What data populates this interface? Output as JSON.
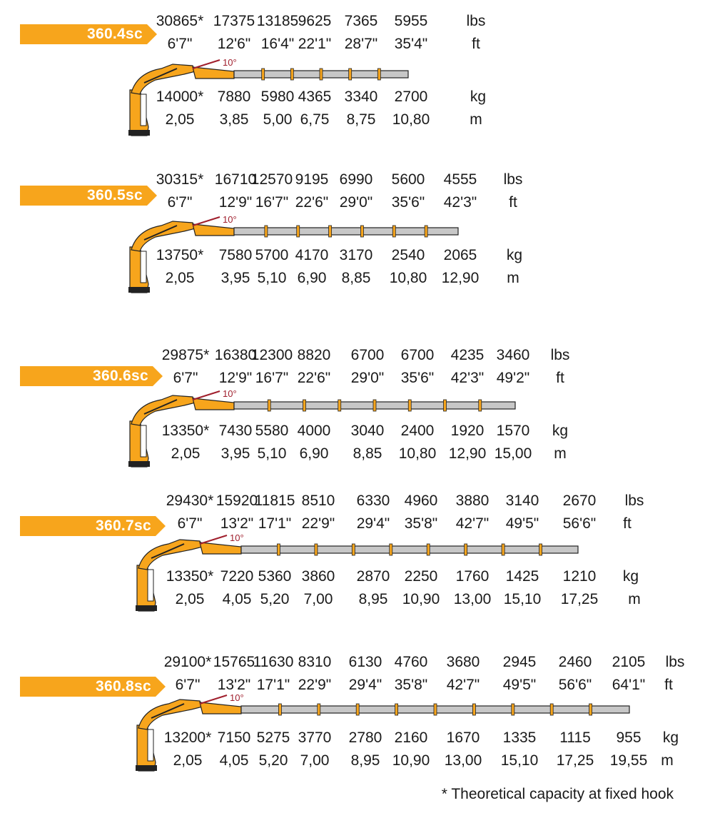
{
  "colors": {
    "orange": "#f7a51c",
    "boom": "#c7c7c7",
    "angle": "#a01f2d"
  },
  "models": [
    {
      "name": "360.4sc",
      "lbs": [
        "30865*",
        "17375",
        "13185",
        "9625",
        "7365",
        "5955"
      ],
      "ft": [
        "6'7\"",
        "12'6\"",
        "16'4\"",
        "22'1\"",
        "28'7\"",
        "35'4\""
      ],
      "kg": [
        "14000*",
        "7880",
        "5980",
        "4365",
        "3340",
        "2700"
      ],
      "m": [
        "2,05",
        "3,85",
        "5,00",
        "6,75",
        "8,75",
        "10,80"
      ],
      "units": {
        "lbs": "lbs",
        "ft": "ft",
        "kg": "kg",
        "m": "m"
      },
      "angle": "10°"
    },
    {
      "name": "360.5sc",
      "lbs": [
        "30315*",
        "16710",
        "12570",
        "9195",
        "6990",
        "5600",
        "4555"
      ],
      "ft": [
        "6'7\"",
        "12'9\"",
        "16'7\"",
        "22'6\"",
        "29'0\"",
        "35'6\"",
        "42'3\""
      ],
      "kg": [
        "13750*",
        "7580",
        "5700",
        "4170",
        "3170",
        "2540",
        "2065"
      ],
      "m": [
        "2,05",
        "3,95",
        "5,10",
        "6,90",
        "8,85",
        "10,80",
        "12,90"
      ],
      "units": {
        "lbs": "lbs",
        "ft": "ft",
        "kg": "kg",
        "m": "m"
      },
      "angle": "10°"
    },
    {
      "name": "360.6sc",
      "lbs": [
        "29875*",
        "16380",
        "12300",
        "8820",
        "6700",
        "6700",
        "4235",
        "3460"
      ],
      "ft": [
        "6'7\"",
        "12'9\"",
        "16'7\"",
        "22'6\"",
        "29'0\"",
        "35'6\"",
        "42'3\"",
        "49'2\""
      ],
      "kg": [
        "13350*",
        "7430",
        "5580",
        "4000",
        "3040",
        "2400",
        "1920",
        "1570"
      ],
      "m": [
        "2,05",
        "3,95",
        "5,10",
        "6,90",
        "8,85",
        "10,80",
        "12,90",
        "15,00"
      ],
      "units": {
        "lbs": "lbs",
        "ft": "ft",
        "kg": "kg",
        "m": "m"
      },
      "angle": "10°"
    },
    {
      "name": "360.7sc",
      "lbs": [
        "29430*",
        "15920",
        "11815",
        "8510",
        "6330",
        "4960",
        "3880",
        "3140",
        "2670"
      ],
      "ft": [
        "6'7\"",
        "13'2\"",
        "17'1\"",
        "22'9\"",
        "29'4\"",
        "35'8\"",
        "42'7\"",
        "49'5\"",
        "56'6\""
      ],
      "kg": [
        "13350*",
        "7220",
        "5360",
        "3860",
        "2870",
        "2250",
        "1760",
        "1425",
        "1210"
      ],
      "m": [
        "2,05",
        "4,05",
        "5,20",
        "7,00",
        "8,95",
        "10,90",
        "13,00",
        "15,10",
        "17,25"
      ],
      "units": {
        "lbs": "lbs",
        "ft": "ft",
        "kg": "kg",
        "m": "m"
      },
      "angle": "10°"
    },
    {
      "name": "360.8sc",
      "lbs": [
        "29100*",
        "15765",
        "11630",
        "8310",
        "6130",
        "4760",
        "3680",
        "2945",
        "2460",
        "2105"
      ],
      "ft": [
        "6'7\"",
        "13'2\"",
        "17'1\"",
        "22'9\"",
        "29'4\"",
        "35'8\"",
        "42'7\"",
        "49'5\"",
        "56'6\"",
        "64'1\""
      ],
      "kg": [
        "13200*",
        "7150",
        "5275",
        "3770",
        "2780",
        "2160",
        "1670",
        "1335",
        "1115",
        "955"
      ],
      "m": [
        "2,05",
        "4,05",
        "5,20",
        "7,00",
        "8,95",
        "10,90",
        "13,00",
        "15,10",
        "17,25",
        "19,55"
      ],
      "units": {
        "lbs": "lbs",
        "ft": "ft",
        "kg": "kg",
        "m": "m"
      },
      "angle": "10°"
    }
  ],
  "footnote": "* Theoretical capacity at fixed hook"
}
